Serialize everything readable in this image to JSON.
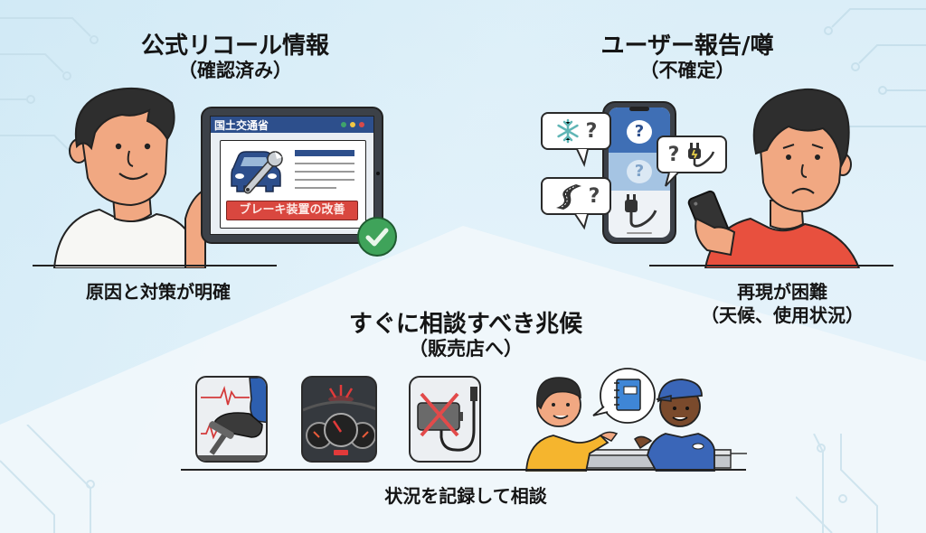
{
  "left_panel": {
    "title": "公式リコール情報",
    "subtitle": "（確認済み）",
    "caption": "原因と対策が明確",
    "tablet": {
      "header_text": "国土交通省",
      "banner_text": "ブレーキ装置の改善",
      "header_dots": [
        "#3fa36b",
        "#f2c744",
        "#d84a4a"
      ],
      "icons": [
        "car-icon",
        "wrench-icon",
        "checkmark-icon"
      ]
    },
    "colors": {
      "header": "#2d4f8c",
      "banner": "#d9473f",
      "check": "#3fa35a"
    }
  },
  "right_panel": {
    "title": "ユーザー報告/噂",
    "subtitle": "（不確定）",
    "caption_line1": "再現が困難",
    "caption_line2": "（天候、使用状況）",
    "bubbles": [
      {
        "icon": "snowflake-icon",
        "mark": "?"
      },
      {
        "icon": "plug-icon",
        "mark": "?"
      },
      {
        "icon": "winding-road-icon",
        "mark": "?"
      }
    ],
    "phone_marks": [
      "?",
      "?"
    ],
    "colors": {
      "shirt": "#e8503e",
      "phone_screen": "#3f6fb5"
    }
  },
  "center_panel": {
    "title": "すぐに相談すべき兆候",
    "subtitle": "（販売店へ）",
    "caption": "状況を記録して相談",
    "symptoms": [
      {
        "name": "brake-pedal-vibration",
        "icon": "pedal-vibration-icon"
      },
      {
        "name": "dashboard-warning-light",
        "icon": "dashboard-warning-icon"
      },
      {
        "name": "charger-not-working",
        "icon": "charger-cross-icon"
      }
    ],
    "consultation": {
      "icon": "notebook-icon",
      "people": [
        "customer",
        "mechanic"
      ]
    }
  }
}
